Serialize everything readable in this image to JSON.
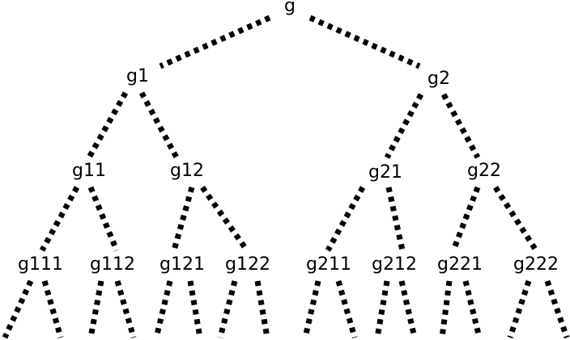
{
  "diagram": {
    "type": "binary-tree",
    "edge_style": "dashed",
    "edge_color": "#000000",
    "background": "#ffffff",
    "nodes": [
      {
        "id": "g",
        "label": "g",
        "parent": null
      },
      {
        "id": "g1",
        "label": "g1",
        "parent": "g"
      },
      {
        "id": "g2",
        "label": "g2",
        "parent": "g"
      },
      {
        "id": "g11",
        "label": "g11",
        "parent": "g1"
      },
      {
        "id": "g12",
        "label": "g12",
        "parent": "g1"
      },
      {
        "id": "g21",
        "label": "g21",
        "parent": "g2"
      },
      {
        "id": "g22",
        "label": "g22",
        "parent": "g2"
      },
      {
        "id": "g111",
        "label": "g111",
        "parent": "g11"
      },
      {
        "id": "g112",
        "label": "g112",
        "parent": "g11"
      },
      {
        "id": "g121",
        "label": "g121",
        "parent": "g12"
      },
      {
        "id": "g122",
        "label": "g122",
        "parent": "g12"
      },
      {
        "id": "g211",
        "label": "g211",
        "parent": "g21"
      },
      {
        "id": "g212",
        "label": "g212",
        "parent": "g21"
      },
      {
        "id": "g221",
        "label": "g221",
        "parent": "g22"
      },
      {
        "id": "g222",
        "label": "g222",
        "parent": "g22"
      }
    ]
  }
}
